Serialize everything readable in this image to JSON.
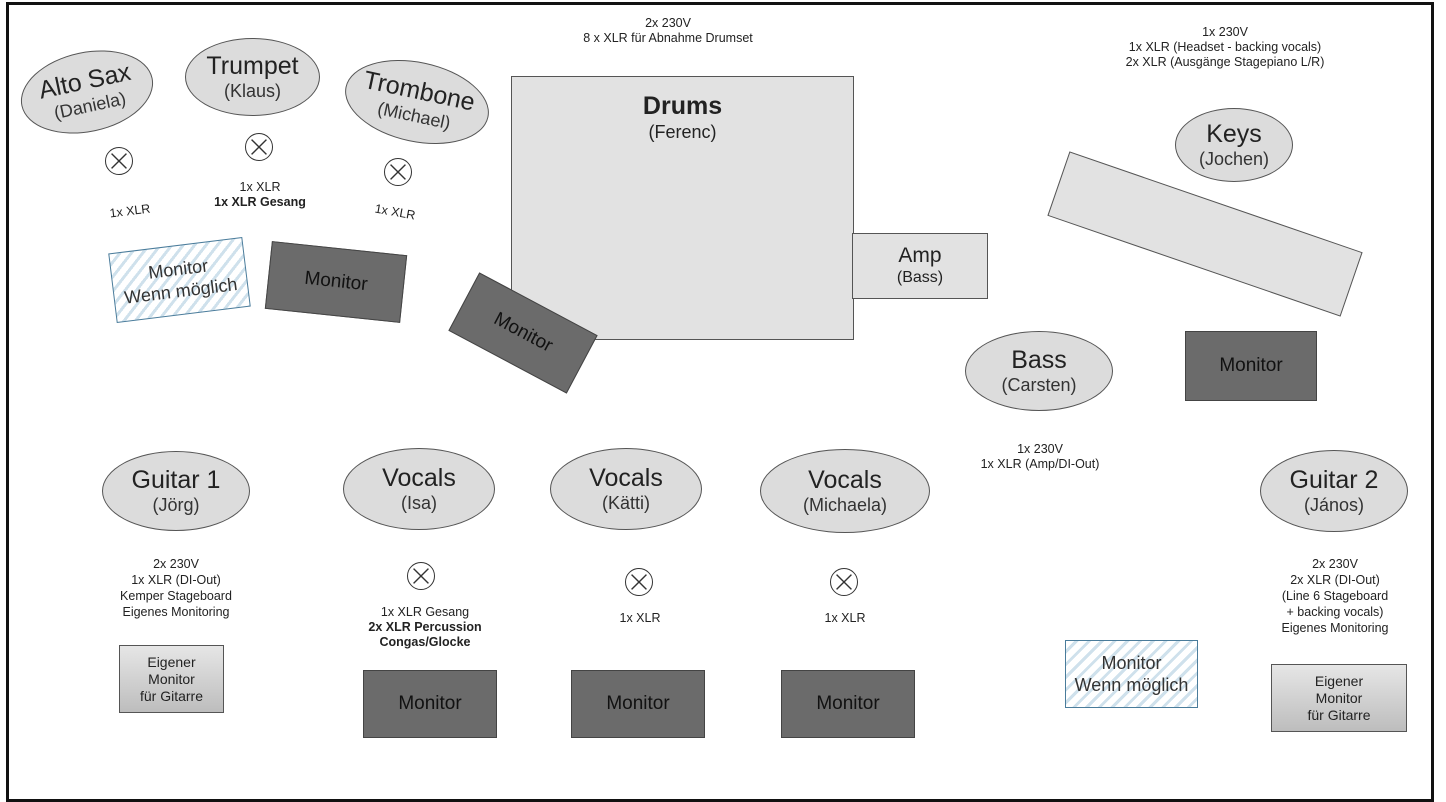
{
  "top_notes": {
    "drums_power": "2x 230V",
    "drums_xlr": "8 x XLR für Abnahme Drumset",
    "keys_power": "1x 230V",
    "keys_xlr1": "1x XLR (Headset - backing vocals)",
    "keys_xlr2": "2x XLR (Ausgänge Stagepiano L/R)"
  },
  "players": {
    "alto_sax": {
      "title": "Alto Sax",
      "name": "(Daniela)"
    },
    "trumpet": {
      "title": "Trumpet",
      "name": "(Klaus)"
    },
    "trombone": {
      "title": "Trombone",
      "name": "(Michael)"
    },
    "drums": {
      "title": "Drums",
      "name": "(Ferenc)"
    },
    "keys": {
      "title": "Keys",
      "name": "(Jochen)"
    },
    "bass": {
      "title": "Bass",
      "name": "(Carsten)"
    },
    "guitar1": {
      "title": "Guitar 1",
      "name": "(Jörg)"
    },
    "vocals_isa": {
      "title": "Vocals",
      "name": "(Isa)"
    },
    "vocals_katti": {
      "title": "Vocals",
      "name": "(Kätti)"
    },
    "vocals_michaela": {
      "title": "Vocals",
      "name": "(Michaela)"
    },
    "guitar2": {
      "title": "Guitar 2",
      "name": "(János)"
    }
  },
  "amp": {
    "title": "Amp",
    "name": "(Bass)"
  },
  "notes": {
    "alto_sax": "1x XLR",
    "trumpet_1": "1x XLR",
    "trumpet_2": "1x XLR Gesang",
    "trombone": "1x XLR",
    "bass_1": "1x 230V",
    "bass_2": "1x XLR (Amp/DI-Out)",
    "guitar1": [
      "2x 230V",
      "1x XLR (DI-Out)",
      "Kemper Stageboard",
      "Eigenes Monitoring"
    ],
    "isa_1": "1x XLR Gesang",
    "isa_2": "2x XLR Percussion",
    "isa_3": "Congas/Glocke",
    "katti": "1x XLR",
    "michaela": "1x XLR",
    "guitar2": [
      "2x 230V",
      "2x XLR (DI-Out)",
      "(Line 6 Stageboard",
      "+ backing vocals)",
      "Eigenes Monitoring"
    ]
  },
  "monitors": {
    "label": "Monitor",
    "optional_l1": "Monitor",
    "optional_l2": "Wenn möglich",
    "own_l1": "Eigener",
    "own_l2": "Monitor",
    "own_l3": "für Gitarre"
  },
  "colors": {
    "ellipse_fill": "#dcdcdc",
    "monitor_dark": "#6b6b6b",
    "hatch_blue": "#cfe1ec"
  },
  "icons": {
    "microphone": "mic-cross-icon"
  }
}
